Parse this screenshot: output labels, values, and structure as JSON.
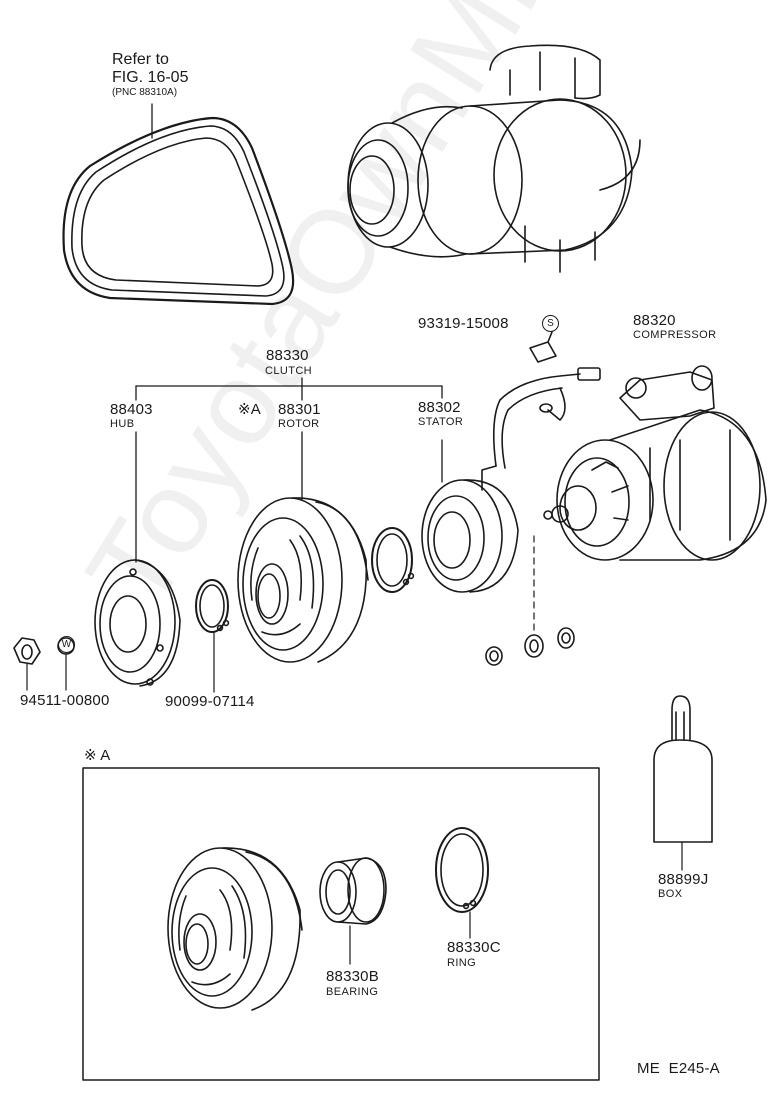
{
  "belt_ref": {
    "line1": "Refer to",
    "line2": "FIG. 16-05",
    "line3": "(PNC 88310A)"
  },
  "clutch": {
    "part": "88330",
    "name": "CLUTCH"
  },
  "hub": {
    "part": "88403",
    "name": "HUB"
  },
  "rotor": {
    "mark": "※A",
    "part": "88301",
    "name": "ROTOR"
  },
  "stator": {
    "part": "88302",
    "name": "STATOR"
  },
  "compressor": {
    "part": "88320",
    "name": "COMPRESSOR"
  },
  "bolt": {
    "part": "93319-15008",
    "mark": "S"
  },
  "nut": {
    "part": "94511-00800",
    "mark": "W"
  },
  "snap_ring": {
    "part": "90099-07114"
  },
  "box": {
    "part": "88899J",
    "name": "BOX"
  },
  "detail": {
    "mark": "※ A"
  },
  "bearing": {
    "part": "88330B",
    "name": "BEARING"
  },
  "ring": {
    "part": "88330C",
    "name": "RING"
  },
  "figure_code": "ME  E245-A",
  "watermark": "ToyotaOwnMine.ru"
}
